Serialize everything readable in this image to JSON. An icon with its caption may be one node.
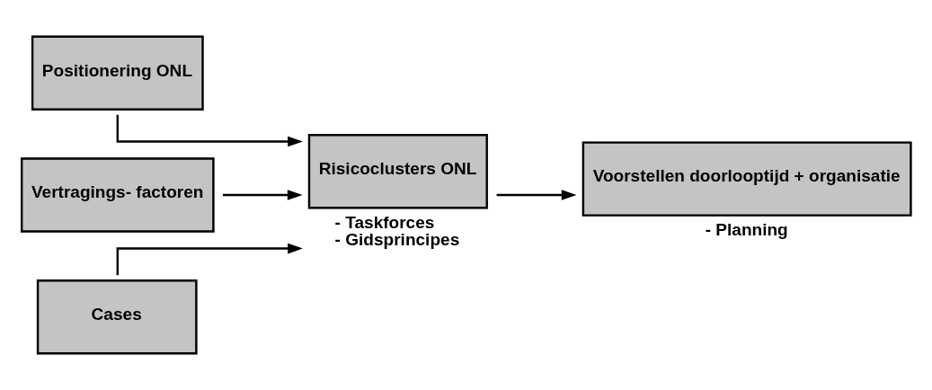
{
  "diagram": {
    "nodes": [
      {
        "text": [
          "Positionering ONL"
        ]
      },
      {
        "text": [
          "Vertragings- factoren"
        ]
      },
      {
        "text": [
          "Cases"
        ]
      },
      {
        "text": [
          "Risicoclusters ONL"
        ],
        "beside": [
          "- Taskforces",
          "- Gidsprincipes"
        ]
      },
      {
        "text": [
          "Voorstellen doorlooptijd + organisatie"
        ],
        "beside": [
          "- Planning"
        ]
      }
    ],
    "edges": [
      {
        "from": 0,
        "to": 3,
        "arrow": "to"
      },
      {
        "from": 1,
        "to": 3,
        "arrow": "to"
      },
      {
        "from": 2,
        "to": 3,
        "arrow": "to"
      },
      {
        "from": 3,
        "to": 4,
        "arrow": "to"
      }
    ]
  }
}
